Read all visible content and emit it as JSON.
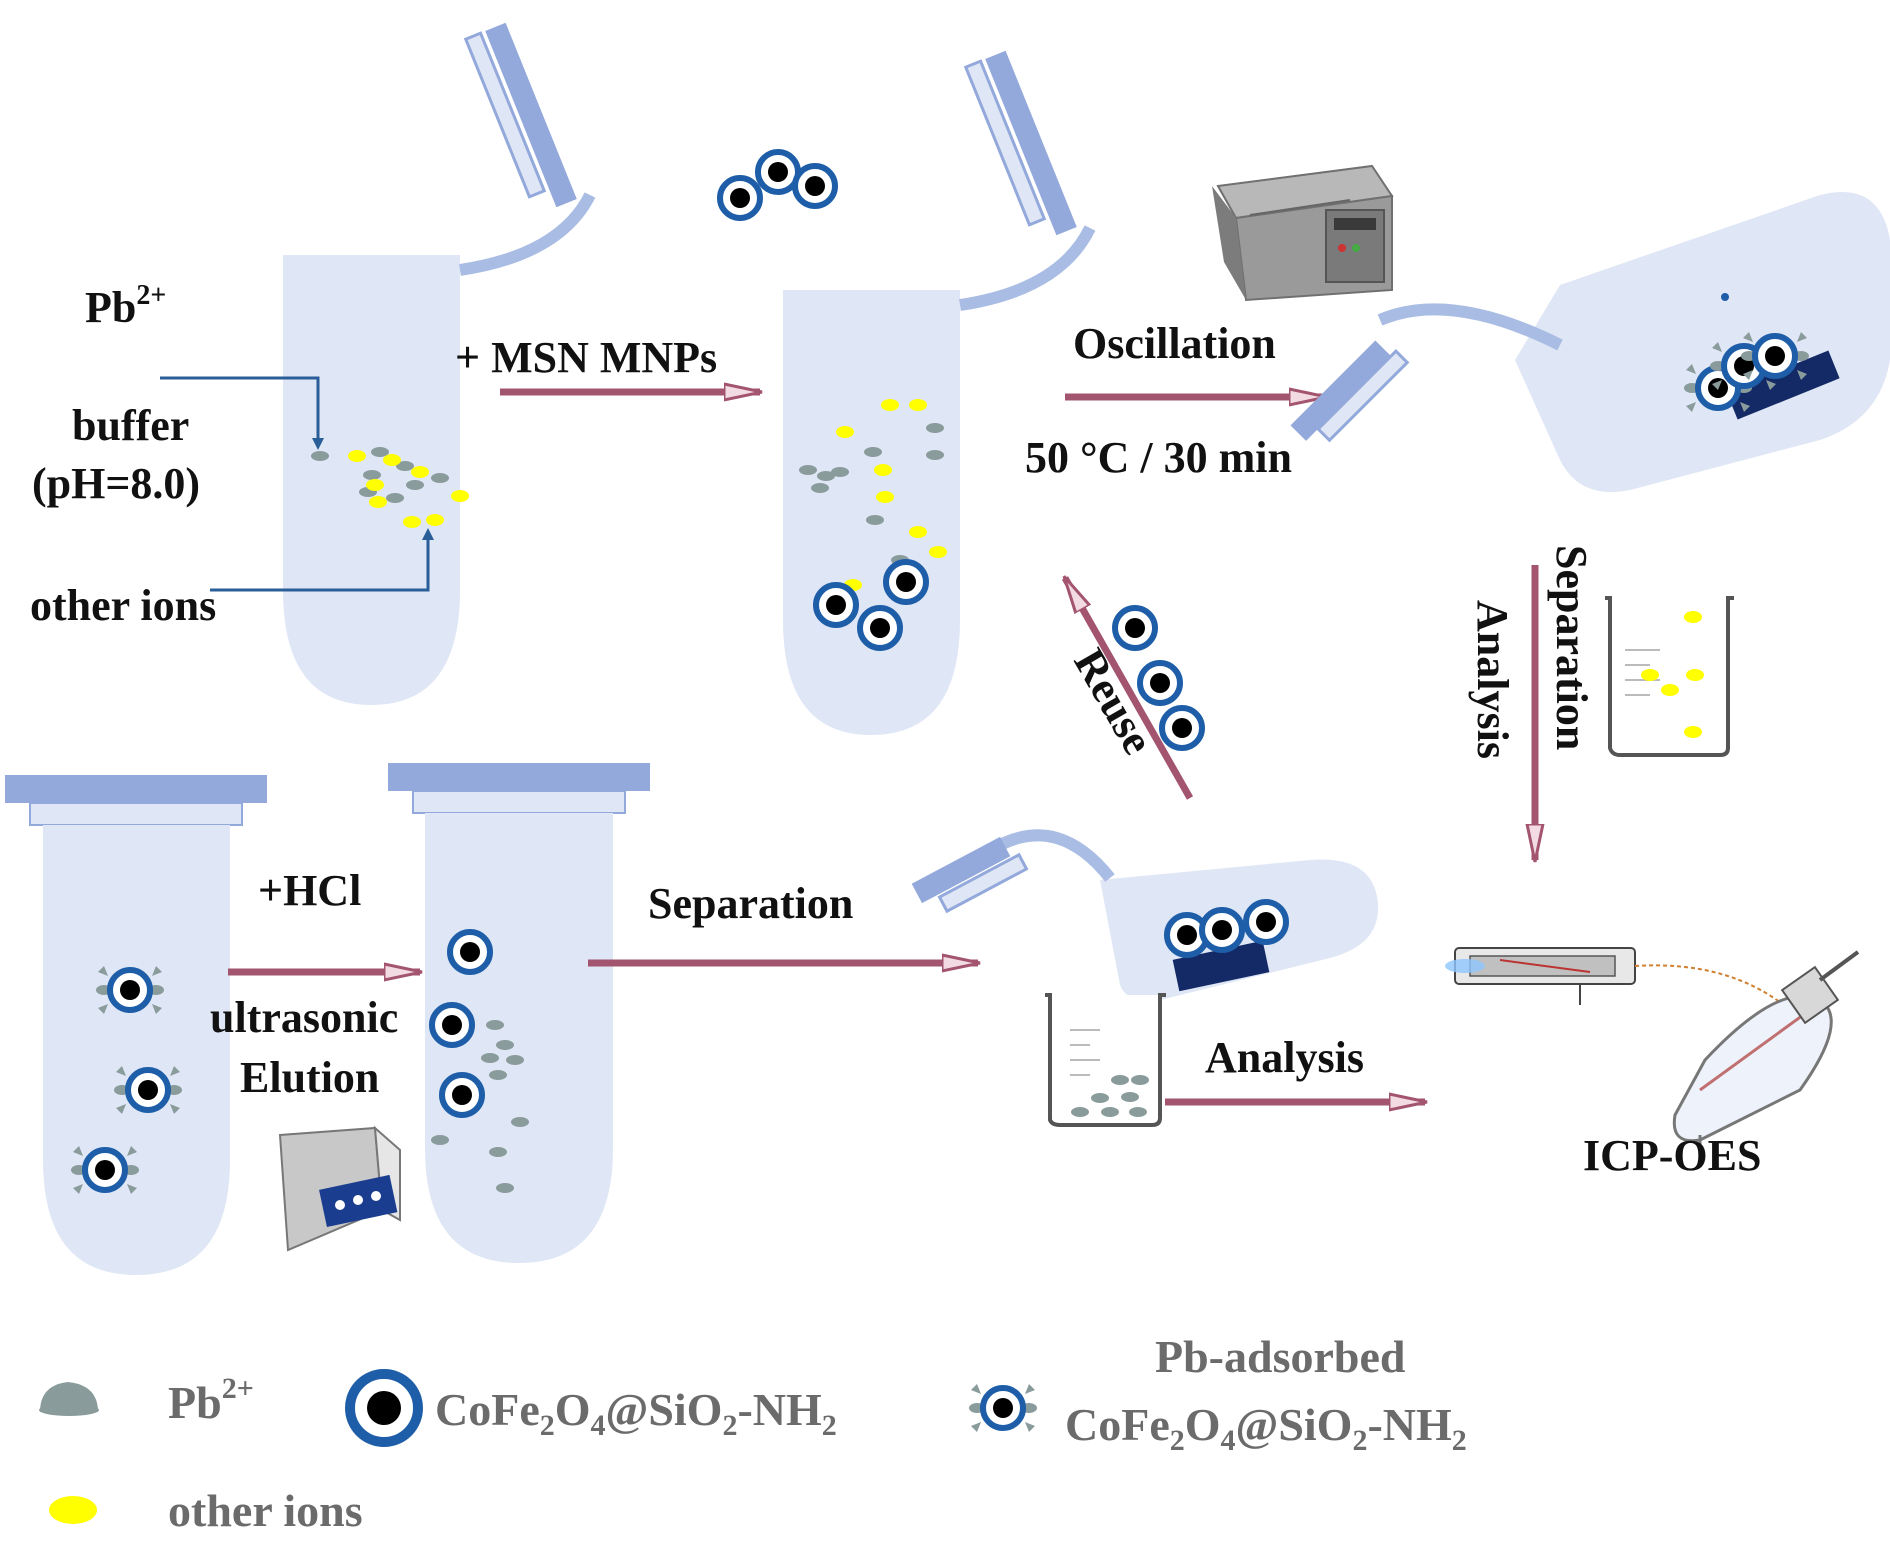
{
  "labels": {
    "pb_ion": "Pb",
    "pb_charge": "2+",
    "buffer": "buffer",
    "ph": "(pH=8.0)",
    "other_ions": "other ions",
    "add_mnps": "+ MSN MNPs",
    "oscillation": "Oscillation",
    "conditions": "50 °C / 30 min",
    "reuse": "Reuse",
    "separation_vertical": "Separation",
    "analysis_vertical": "Analysis",
    "add_hcl": "+HCl",
    "ultrasonic": "ultrasonic",
    "elution": "Elution",
    "separation": "Separation",
    "analysis": "Analysis",
    "icp_oes": "ICP-OES"
  },
  "legend": {
    "pb": "Pb",
    "pb_charge": "2+",
    "nanoparticle_main": "CoFe",
    "nanoparticle_sub1": "2",
    "nanoparticle_mid1": "O",
    "nanoparticle_sub2": "4",
    "nanoparticle_mid2": "@SiO",
    "nanoparticle_sub3": "2",
    "nanoparticle_end": "-NH",
    "nanoparticle_sub4": "2",
    "adsorbed_line1": "Pb-adsorbed",
    "other_ions": "other ions"
  },
  "colors": {
    "tube_fill": "#dfe6f5",
    "cap_blue": "#93a9db",
    "arrow": "#a3546f",
    "particle_ring": "#1e5ea8",
    "pb_gray": "#8a9b9b",
    "other_yellow": "#ffff00",
    "magnet": "#142a66"
  }
}
